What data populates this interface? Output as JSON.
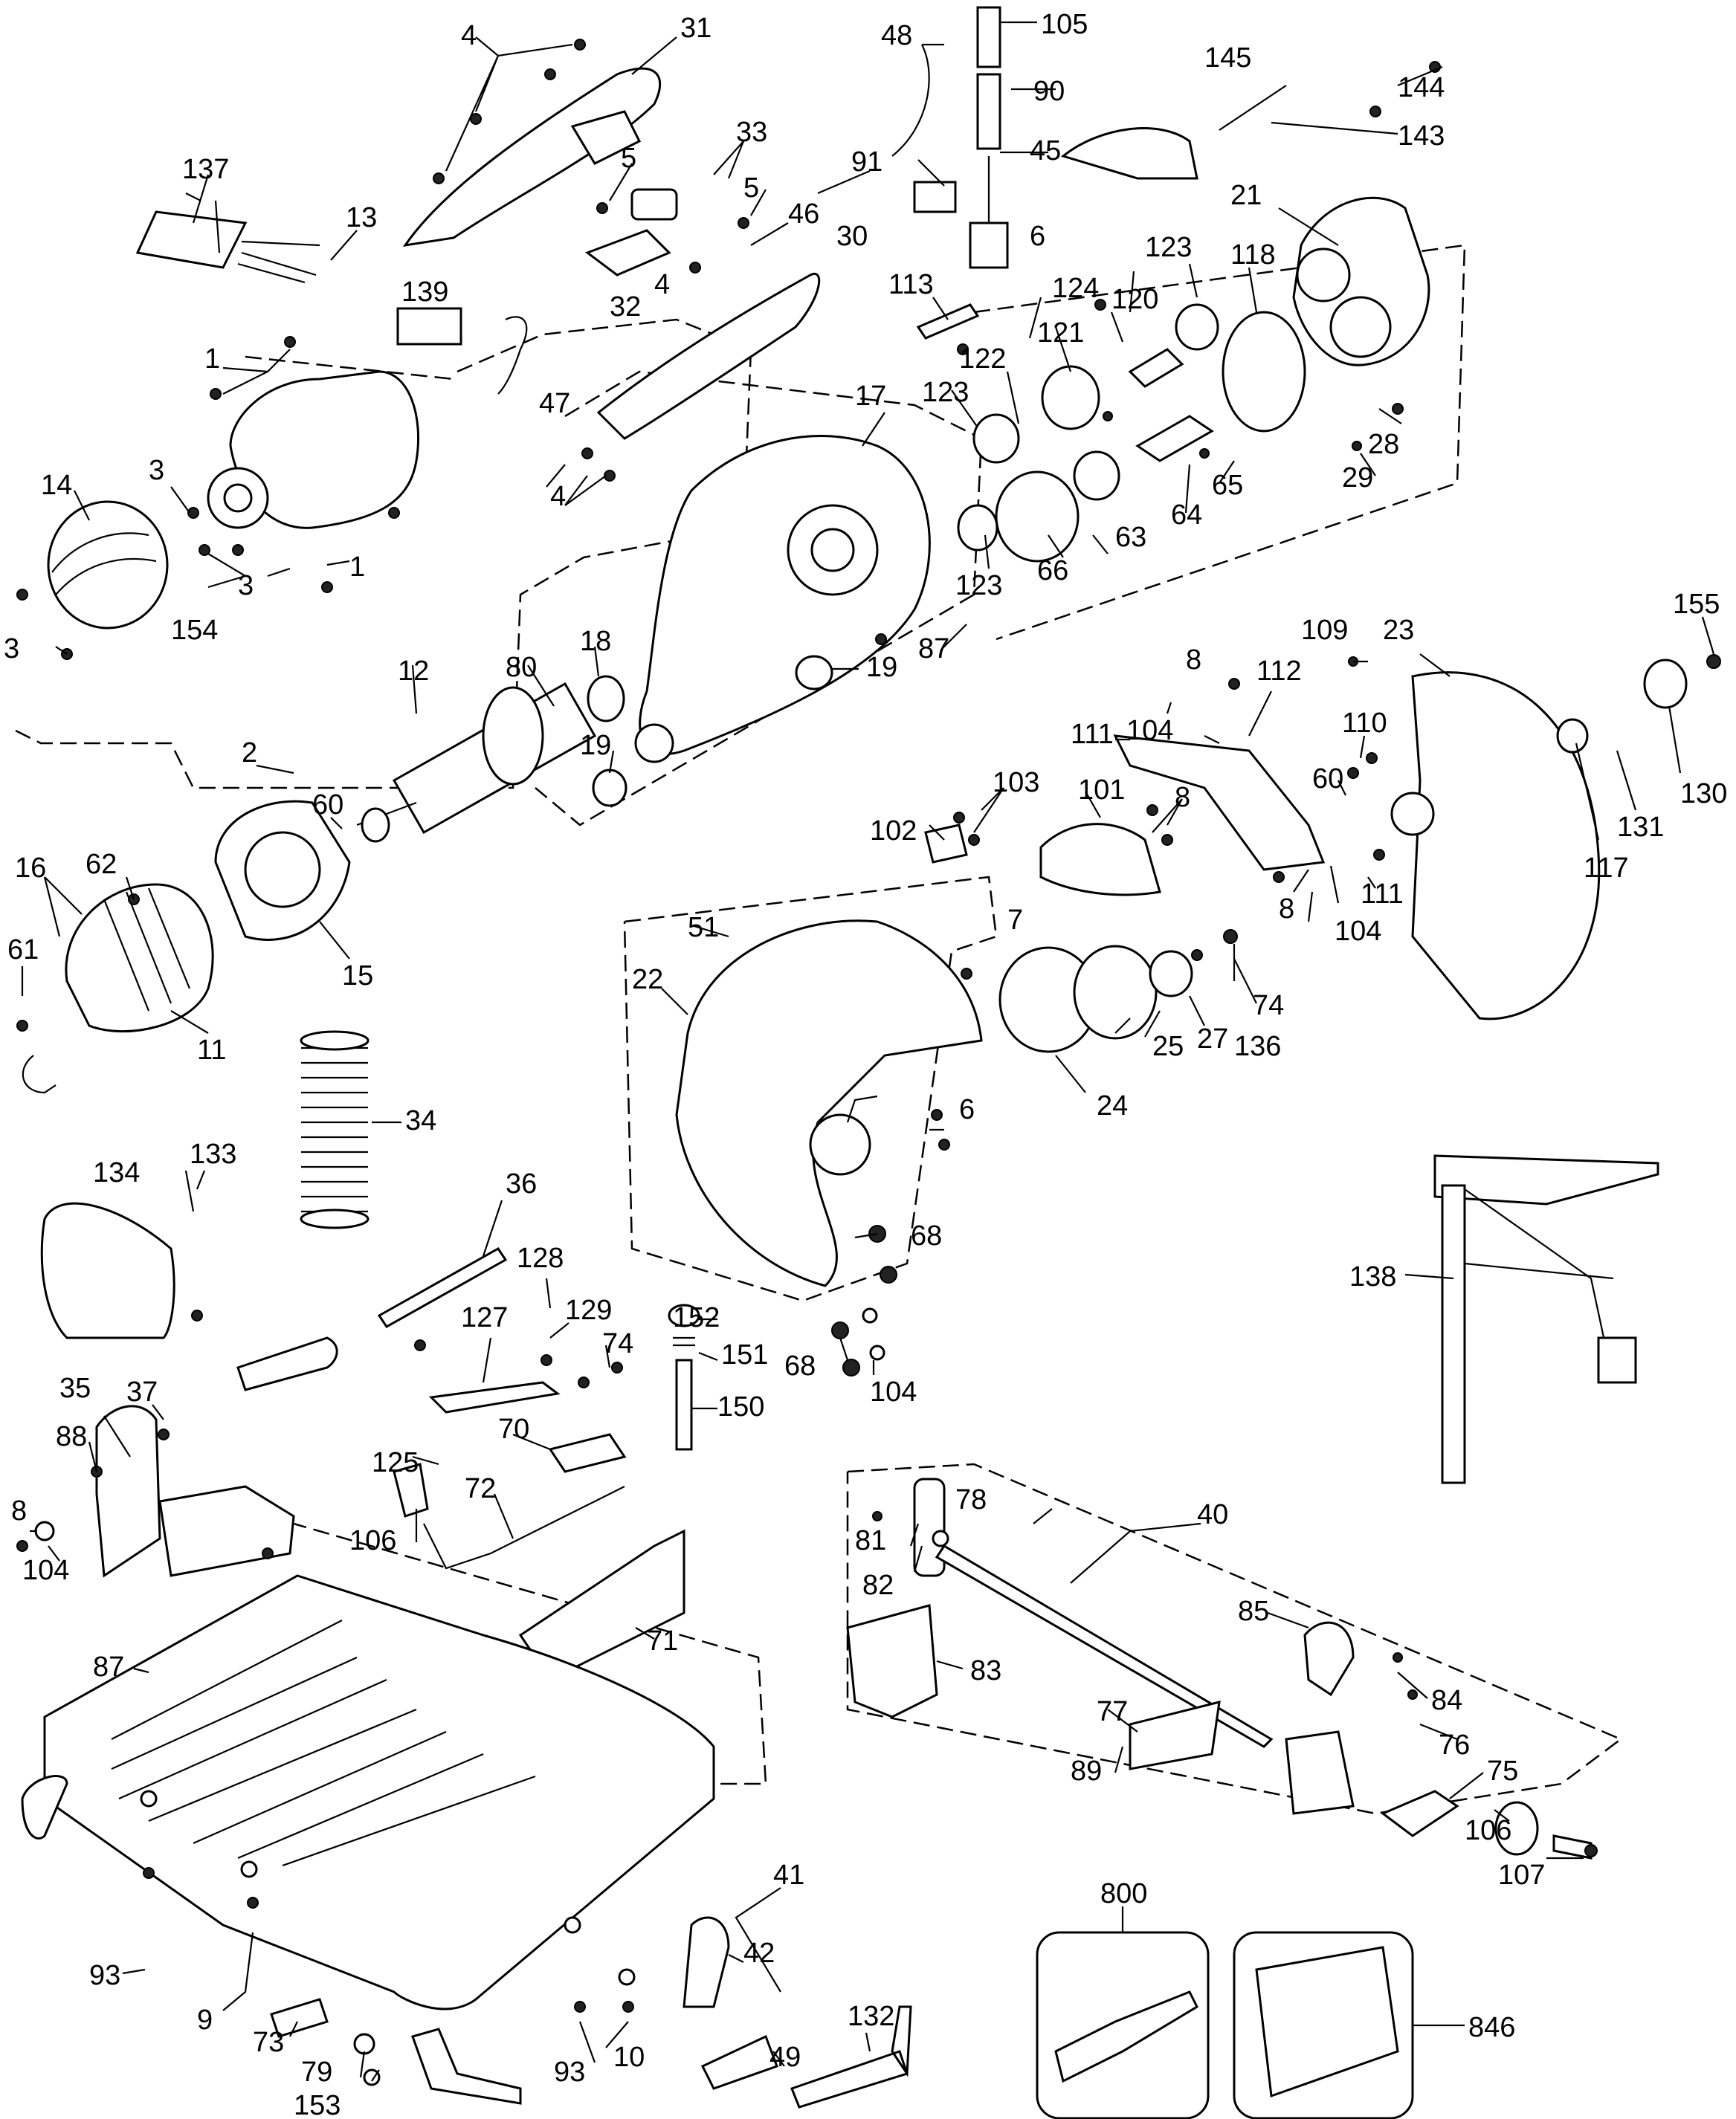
{
  "callouts": {
    "c1": "1",
    "c2": "2",
    "c3": "3",
    "c4": "4",
    "c5": "5",
    "c6": "6",
    "c7": "7",
    "c8": "8",
    "c9": "9",
    "c10": "10",
    "c11": "11",
    "c12": "12",
    "c13": "13",
    "c14": "14",
    "c15": "15",
    "c16": "16",
    "c17": "17",
    "c18": "18",
    "c19": "19",
    "c21": "21",
    "c22": "22",
    "c23": "23",
    "c24": "24",
    "c25": "25",
    "c27": "27",
    "c28": "28",
    "c29": "29",
    "c30": "30",
    "c31": "31",
    "c32": "32",
    "c33": "33",
    "c34": "34",
    "c35": "35",
    "c36": "36",
    "c37": "37",
    "c40": "40",
    "c41": "41",
    "c42": "42",
    "c45": "45",
    "c46": "46",
    "c47": "47",
    "c48": "48",
    "c49": "49",
    "c51": "51",
    "c60": "60",
    "c61": "61",
    "c62": "62",
    "c63": "63",
    "c64": "64",
    "c65": "65",
    "c66": "66",
    "c68": "68",
    "c70": "70",
    "c71": "71",
    "c72": "72",
    "c73": "73",
    "c74": "74",
    "c75": "75",
    "c76": "76",
    "c77": "77",
    "c78": "78",
    "c79": "79",
    "c80": "80",
    "c81": "81",
    "c82": "82",
    "c83": "83",
    "c84": "84",
    "c85": "85",
    "c87": "87",
    "c88": "88",
    "c89": "89",
    "c90": "90",
    "c91": "91",
    "c93": "93",
    "c101": "101",
    "c102": "102",
    "c103": "103",
    "c104": "104",
    "c105": "105",
    "c106": "106",
    "c107": "107",
    "c109": "109",
    "c110": "110",
    "c111": "111",
    "c112": "112",
    "c113": "113",
    "c117": "117",
    "c118": "118",
    "c120": "120",
    "c121": "121",
    "c122": "122",
    "c123": "123",
    "c124": "124",
    "c125": "125",
    "c127": "127",
    "c128": "128",
    "c129": "129",
    "c130": "130",
    "c131": "131",
    "c132": "132",
    "c133": "133",
    "c134": "134",
    "c136": "136",
    "c137": "137",
    "c138": "138",
    "c139": "139",
    "c143": "143",
    "c144": "144",
    "c145": "145",
    "c150": "150",
    "c151": "151",
    "c152": "152",
    "c153": "153",
    "c154": "154",
    "c155": "155",
    "c800": "800",
    "c846": "846"
  }
}
